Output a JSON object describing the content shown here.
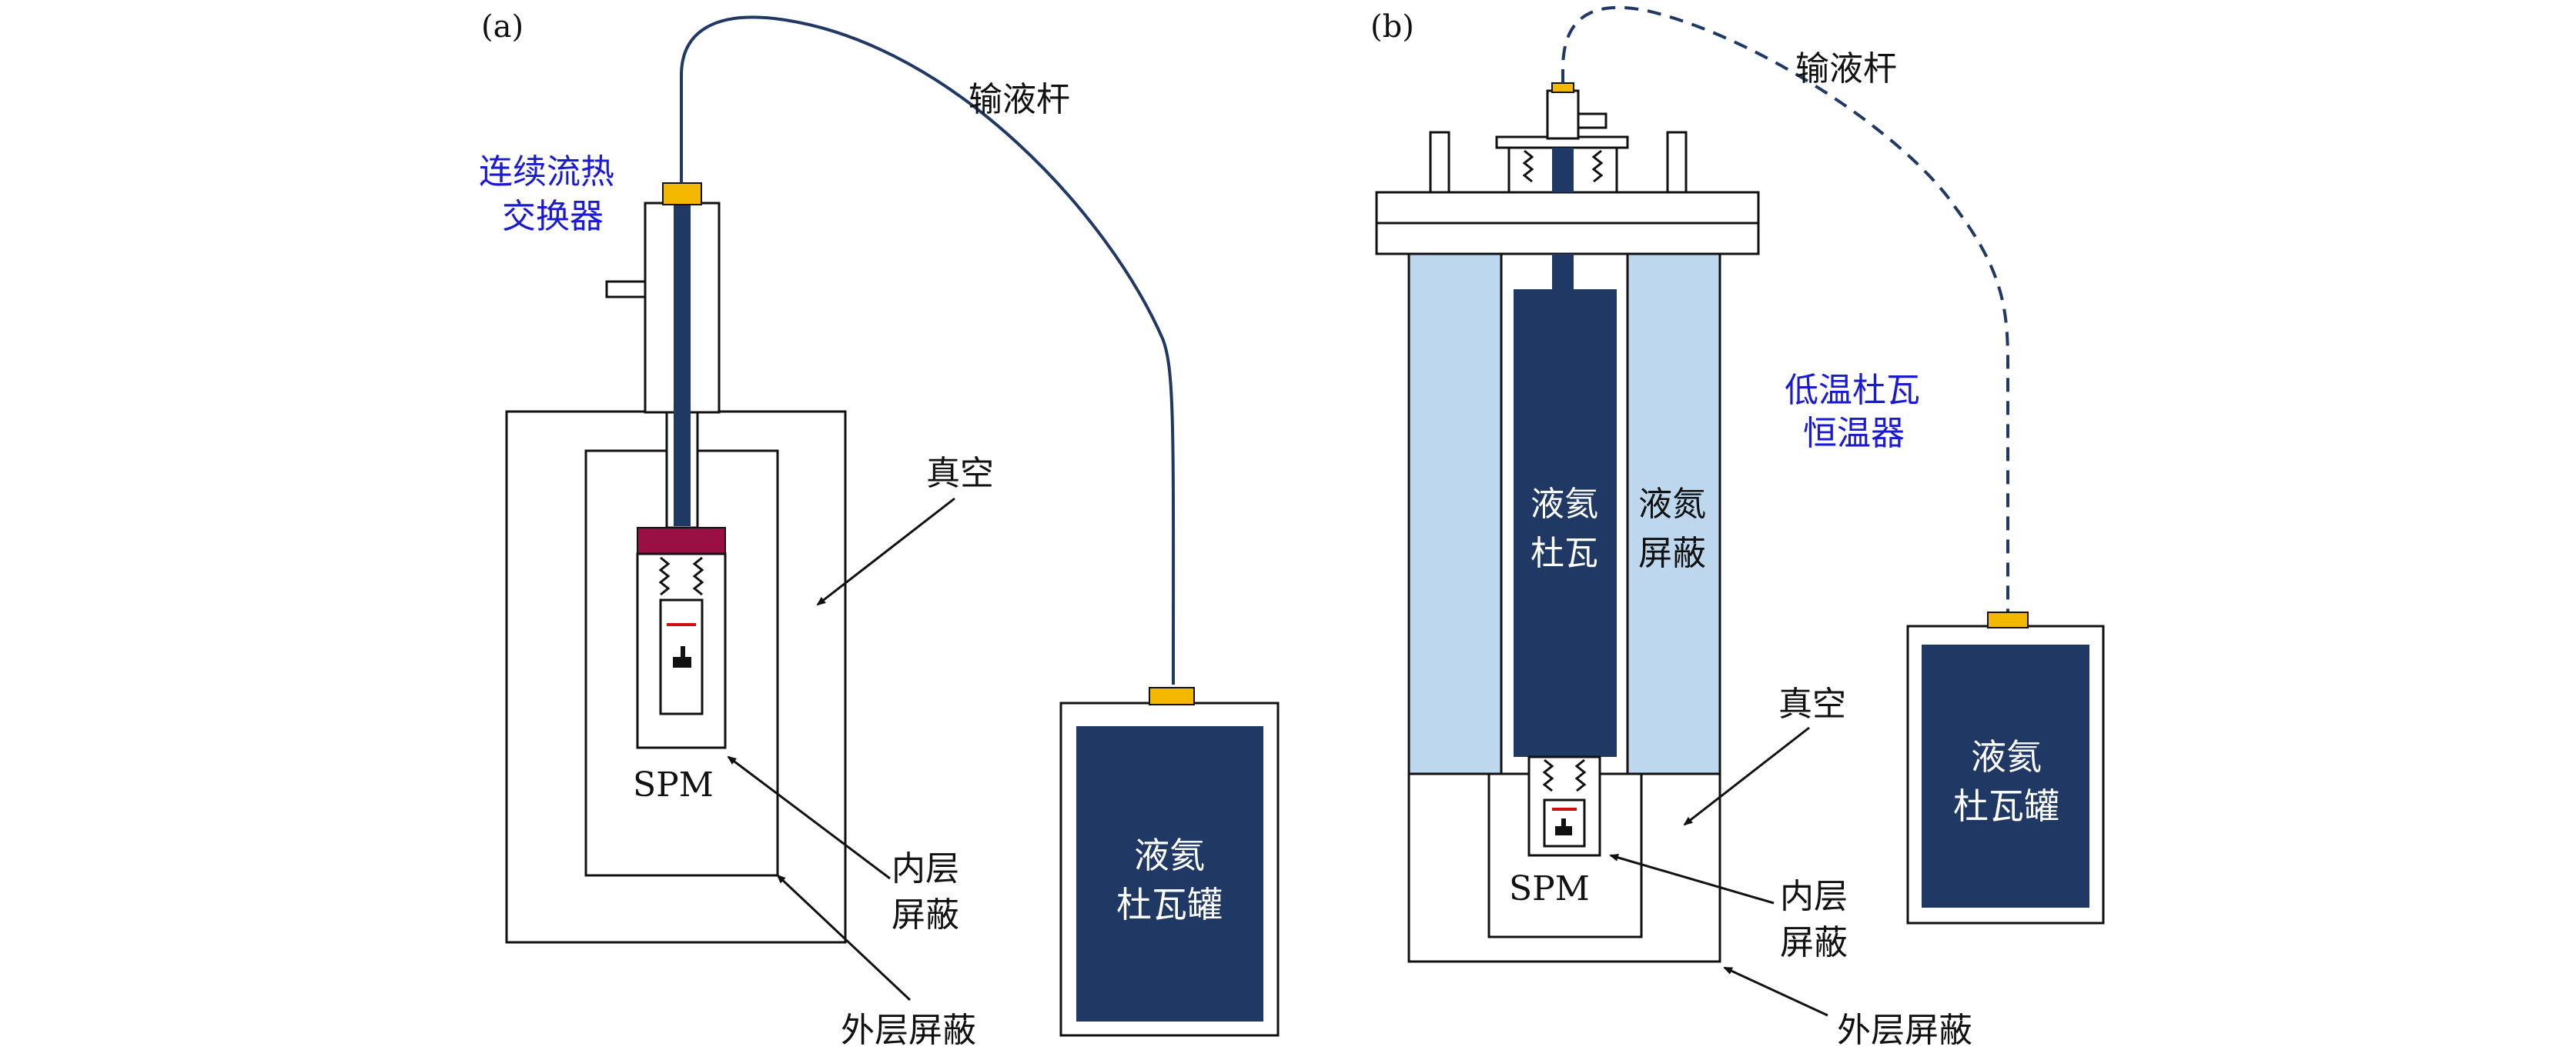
{
  "panel_a": {
    "panel_label": "(a)",
    "transfer_tube_label": "输液杆",
    "heat_exchanger_label_line1": "连续流热",
    "heat_exchanger_label_line2": "交换器",
    "vacuum_label": "真空",
    "spm_label": "SPM",
    "inner_shield_label_line1": "内层",
    "inner_shield_label_line2": "屏蔽",
    "outer_shield_label": "外层屏蔽",
    "dewar_label_line1": "液氦",
    "dewar_label_line2": "杜瓦罐"
  },
  "panel_b": {
    "panel_label": "(b)",
    "transfer_tube_label": "输液杆",
    "cryostat_label_line1": "低温杜瓦",
    "cryostat_label_line2": "恒温器",
    "he_dewar_label_line1": "液氦",
    "he_dewar_label_line2": "杜瓦",
    "n2_shield_label_line1": "液氮",
    "n2_shield_label_line2": "屏蔽",
    "vacuum_label": "真空",
    "spm_label": "SPM",
    "inner_shield_label_line1": "内层",
    "inner_shield_label_line2": "屏蔽",
    "outer_shield_label": "外层屏蔽",
    "dewar_label_line1": "液氦",
    "dewar_label_line2": "杜瓦罐"
  },
  "colors": {
    "navy": "#1f3864",
    "light_blue": "#bdd7ee",
    "gold": "#f5b800",
    "maroon": "#9b1042",
    "label_blue": "#1a1ad0",
    "tip_red": "#d01010"
  }
}
